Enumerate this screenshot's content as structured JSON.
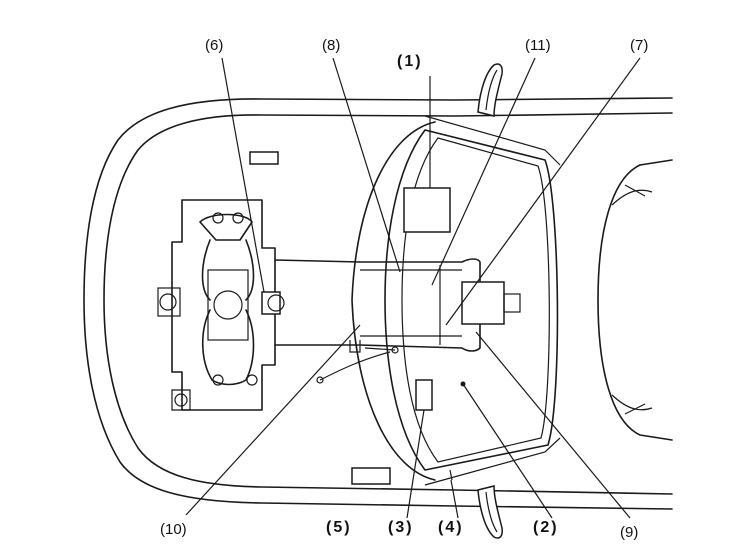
{
  "callouts": {
    "c1": "(1)",
    "c2": "(2)",
    "c3": "(3)",
    "c4": "(4)",
    "c5": "(5)",
    "c6": "(6)",
    "c7": "(7)",
    "c8": "(8)",
    "c9": "(9)",
    "c10": "(10)",
    "c11": "(11)"
  }
}
